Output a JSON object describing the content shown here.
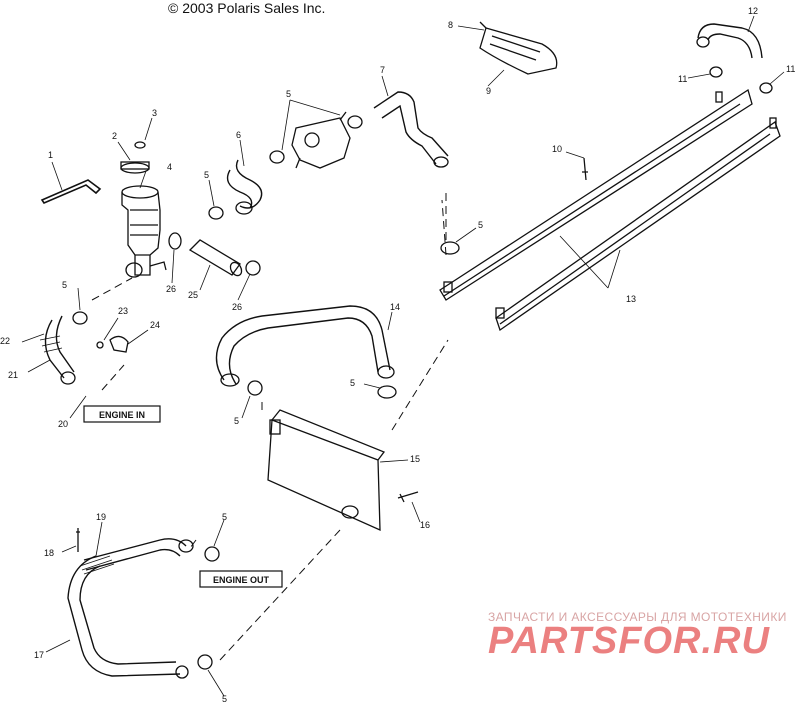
{
  "copyright": "© 2003 Polaris Sales Inc.",
  "box_labels": {
    "engine_in": "ENGINE IN",
    "engine_out": "ENGINE OUT"
  },
  "callouts": {
    "c1": "1",
    "c2": "2",
    "c3": "3",
    "c4": "4",
    "c5a": "5",
    "c5b": "5",
    "c5c": "5",
    "c5d": "5",
    "c5e": "5",
    "c5f": "5",
    "c5g": "5",
    "c5h": "5",
    "c6": "6",
    "c7": "7",
    "c8": "8",
    "c9": "9",
    "c10": "10",
    "c11a": "11",
    "c11b": "11",
    "c12": "12",
    "c13": "13",
    "c14": "14",
    "c15": "15",
    "c16": "16",
    "c17": "17",
    "c18": "18",
    "c19": "19",
    "c20": "20",
    "c21": "21",
    "c22": "22",
    "c23": "23",
    "c24": "24",
    "c25": "25",
    "c26a": "26",
    "c26b": "26"
  },
  "watermark": {
    "tagline": "ЗАПЧАСТИ И АКСЕССУАРЫ ДЛЯ МОТОТЕХНИКИ",
    "logo": "PARTSFOR.RU"
  }
}
